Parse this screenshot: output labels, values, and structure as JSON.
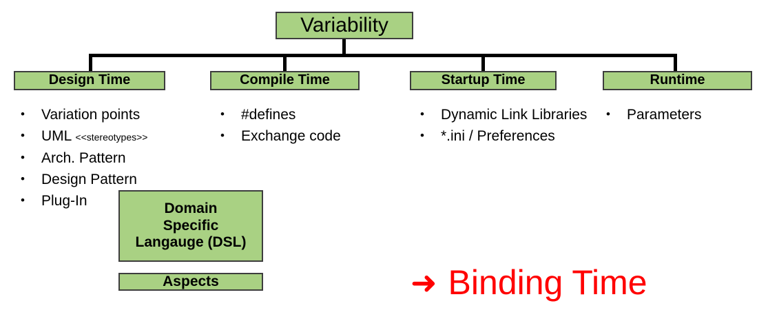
{
  "diagram": {
    "root": {
      "label": "Variability"
    },
    "branches": [
      {
        "title": "Design Time",
        "items": [
          {
            "text": "Variation points"
          },
          {
            "text": "UML ",
            "small": "<<stereotypes>>"
          },
          {
            "text": "Arch. Pattern"
          },
          {
            "text": "Design Pattern"
          },
          {
            "text": "Plug-In"
          }
        ]
      },
      {
        "title": "Compile Time",
        "items": [
          {
            "text": "#defines"
          },
          {
            "text": "Exchange code"
          }
        ]
      },
      {
        "title": "Startup Time",
        "items": [
          {
            "text": "Dynamic Link Libraries"
          },
          {
            "text": "*.ini / Preferences"
          }
        ]
      },
      {
        "title": "Runtime",
        "items": [
          {
            "text": "Parameters"
          }
        ]
      }
    ],
    "extra_boxes": [
      {
        "line1": "Domain",
        "line2": "Specific",
        "line3": "Langauge (DSL)"
      },
      {
        "label": "Aspects"
      }
    ],
    "callout": {
      "arrow_icon": "right-arrow-icon",
      "arrow_glyph": "➜",
      "label": "Binding Time"
    },
    "bullet_glyph": "•",
    "colors": {
      "box_fill": "#A9D183",
      "box_border": "#3d3d3d",
      "connector": "#000000",
      "callout_red": "#FF0000",
      "text": "#000000"
    }
  }
}
